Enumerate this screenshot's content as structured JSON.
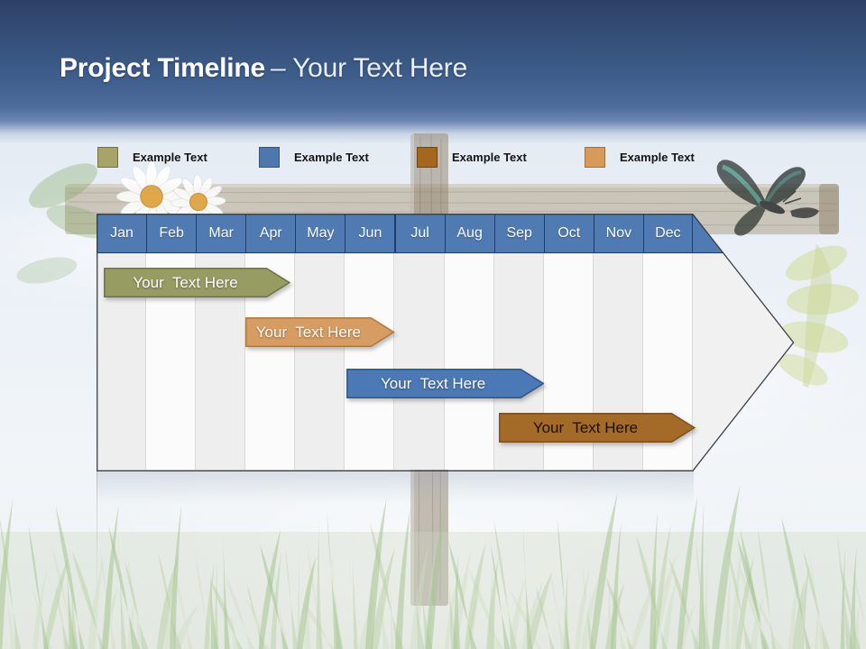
{
  "slide_title": {
    "bold": "Project Timeline",
    "light": "– Your Text Here"
  },
  "legend": {
    "items": [
      {
        "label": "Example Text",
        "color": "#a6a468",
        "border": "#6f7345"
      },
      {
        "label": "Example Text",
        "color": "#4d77ad",
        "border": "#2f5588"
      },
      {
        "label": "Example Text",
        "color": "#a5671d",
        "border": "#70460f"
      },
      {
        "label": "Example Text",
        "color": "#d79a58",
        "border": "#a2713a"
      }
    ]
  },
  "timeline": {
    "header_fill": "#4f7ab2",
    "header_border": "#1e3c6e",
    "stripe_colors": [
      "#eeeeee",
      "#fbfbfb"
    ],
    "arrow_region_fill": "#f1f1f1",
    "outline_color": "#3a3f46"
  },
  "chart_data": {
    "type": "bar",
    "subtype": "gantt-timeline",
    "title": "Project Timeline – Your Text Here",
    "categories": [
      "Jan",
      "Feb",
      "Mar",
      "Apr",
      "May",
      "Jun",
      "Jul",
      "Aug",
      "Sep",
      "Oct",
      "Nov",
      "Dec"
    ],
    "x_axis_range": [
      0,
      12
    ],
    "grid": "alternating-column-stripes",
    "legend_entries": [
      "Example Text",
      "Example Text",
      "Example Text",
      "Example Text"
    ],
    "tasks": [
      {
        "label": "Your  Text Here",
        "start": 0.15,
        "end": 3.9,
        "start_label": "Jan",
        "end_label": "Mar",
        "row": 0,
        "fill": "#979c62",
        "stroke": "#6e7245",
        "text_color": "#ffffff"
      },
      {
        "label": "Your  Text Here",
        "start": 3.0,
        "end": 6.0,
        "start_label": "Apr",
        "end_label": "Jun",
        "row": 1,
        "fill": "#d79c62",
        "stroke": "#ab7a40",
        "text_color": "#ffffff"
      },
      {
        "label": "Your  Text Here",
        "start": 5.02,
        "end": 9.0,
        "start_label": "Jun",
        "end_label": "Sep",
        "row": 2,
        "fill": "#4b79b5",
        "stroke": "#2f5590",
        "text_color": "#ffffff"
      },
      {
        "label": "Your  Text Here",
        "start": 8.1,
        "end": 12.05,
        "start_label": "Sep",
        "end_label": "Dec",
        "row": 3,
        "fill": "#a46a28",
        "stroke": "#7d4f1c",
        "text_color": "#181008"
      }
    ]
  }
}
